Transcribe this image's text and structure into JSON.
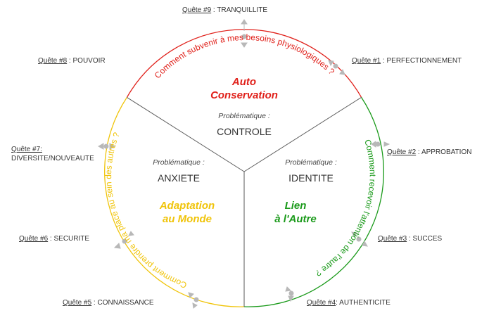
{
  "colors": {
    "red": "#e0201a",
    "green": "#1a9a1a",
    "yellow": "#f0c40a",
    "divider": "#5a5a5a",
    "arrow": "#b8b8b8"
  },
  "quests": [
    {
      "id": "q9",
      "num": "Quête #9",
      "sep": " : ",
      "name": "TRANQUILLITE"
    },
    {
      "id": "q1",
      "num": "Quête #1",
      "sep": " : ",
      "name": "PERFECTIONNEMENT"
    },
    {
      "id": "q2",
      "num": "Quête #2",
      "sep": " : ",
      "name": "APPROBATION"
    },
    {
      "id": "q3",
      "num": "Quête #3",
      "sep": " : ",
      "name": "SUCCES"
    },
    {
      "id": "q4",
      "num": "Quête #4",
      "sep": ": ",
      "name": "AUTHENTICITE"
    },
    {
      "id": "q5",
      "num": "Quête #5",
      "sep": " : ",
      "name": "CONNAISSANCE"
    },
    {
      "id": "q6",
      "num": "Quête #6",
      "sep": " : ",
      "name": "SECURITE"
    },
    {
      "id": "q7",
      "num": "Quête #7:",
      "line2": "DIVERSITE/NOUVEAUTE"
    },
    {
      "id": "q8",
      "num": "Quête #8",
      "sep": " : ",
      "name": "POUVOIR"
    }
  ],
  "sectors": {
    "top": {
      "problematique": "Problématique :",
      "keyword": "CONTROLE",
      "title_line1": "Auto",
      "title_line2": "Conservation"
    },
    "left": {
      "problematique": "Problématique :",
      "keyword": "ANXIETE",
      "title_line1": "Adaptation",
      "title_line2": "au Monde"
    },
    "right": {
      "problematique": "Problématique :",
      "keyword": "IDENTITE",
      "title_line1": "Lien",
      "title_line2": "à l'Autre"
    }
  },
  "arc_texts": {
    "red": "Comment subvenir à mes besoins physiologiques ?",
    "green": "Comment recevoir l'attention de l'autre ?",
    "yellow": "Comment prendre ma place au sein des autres ?"
  }
}
